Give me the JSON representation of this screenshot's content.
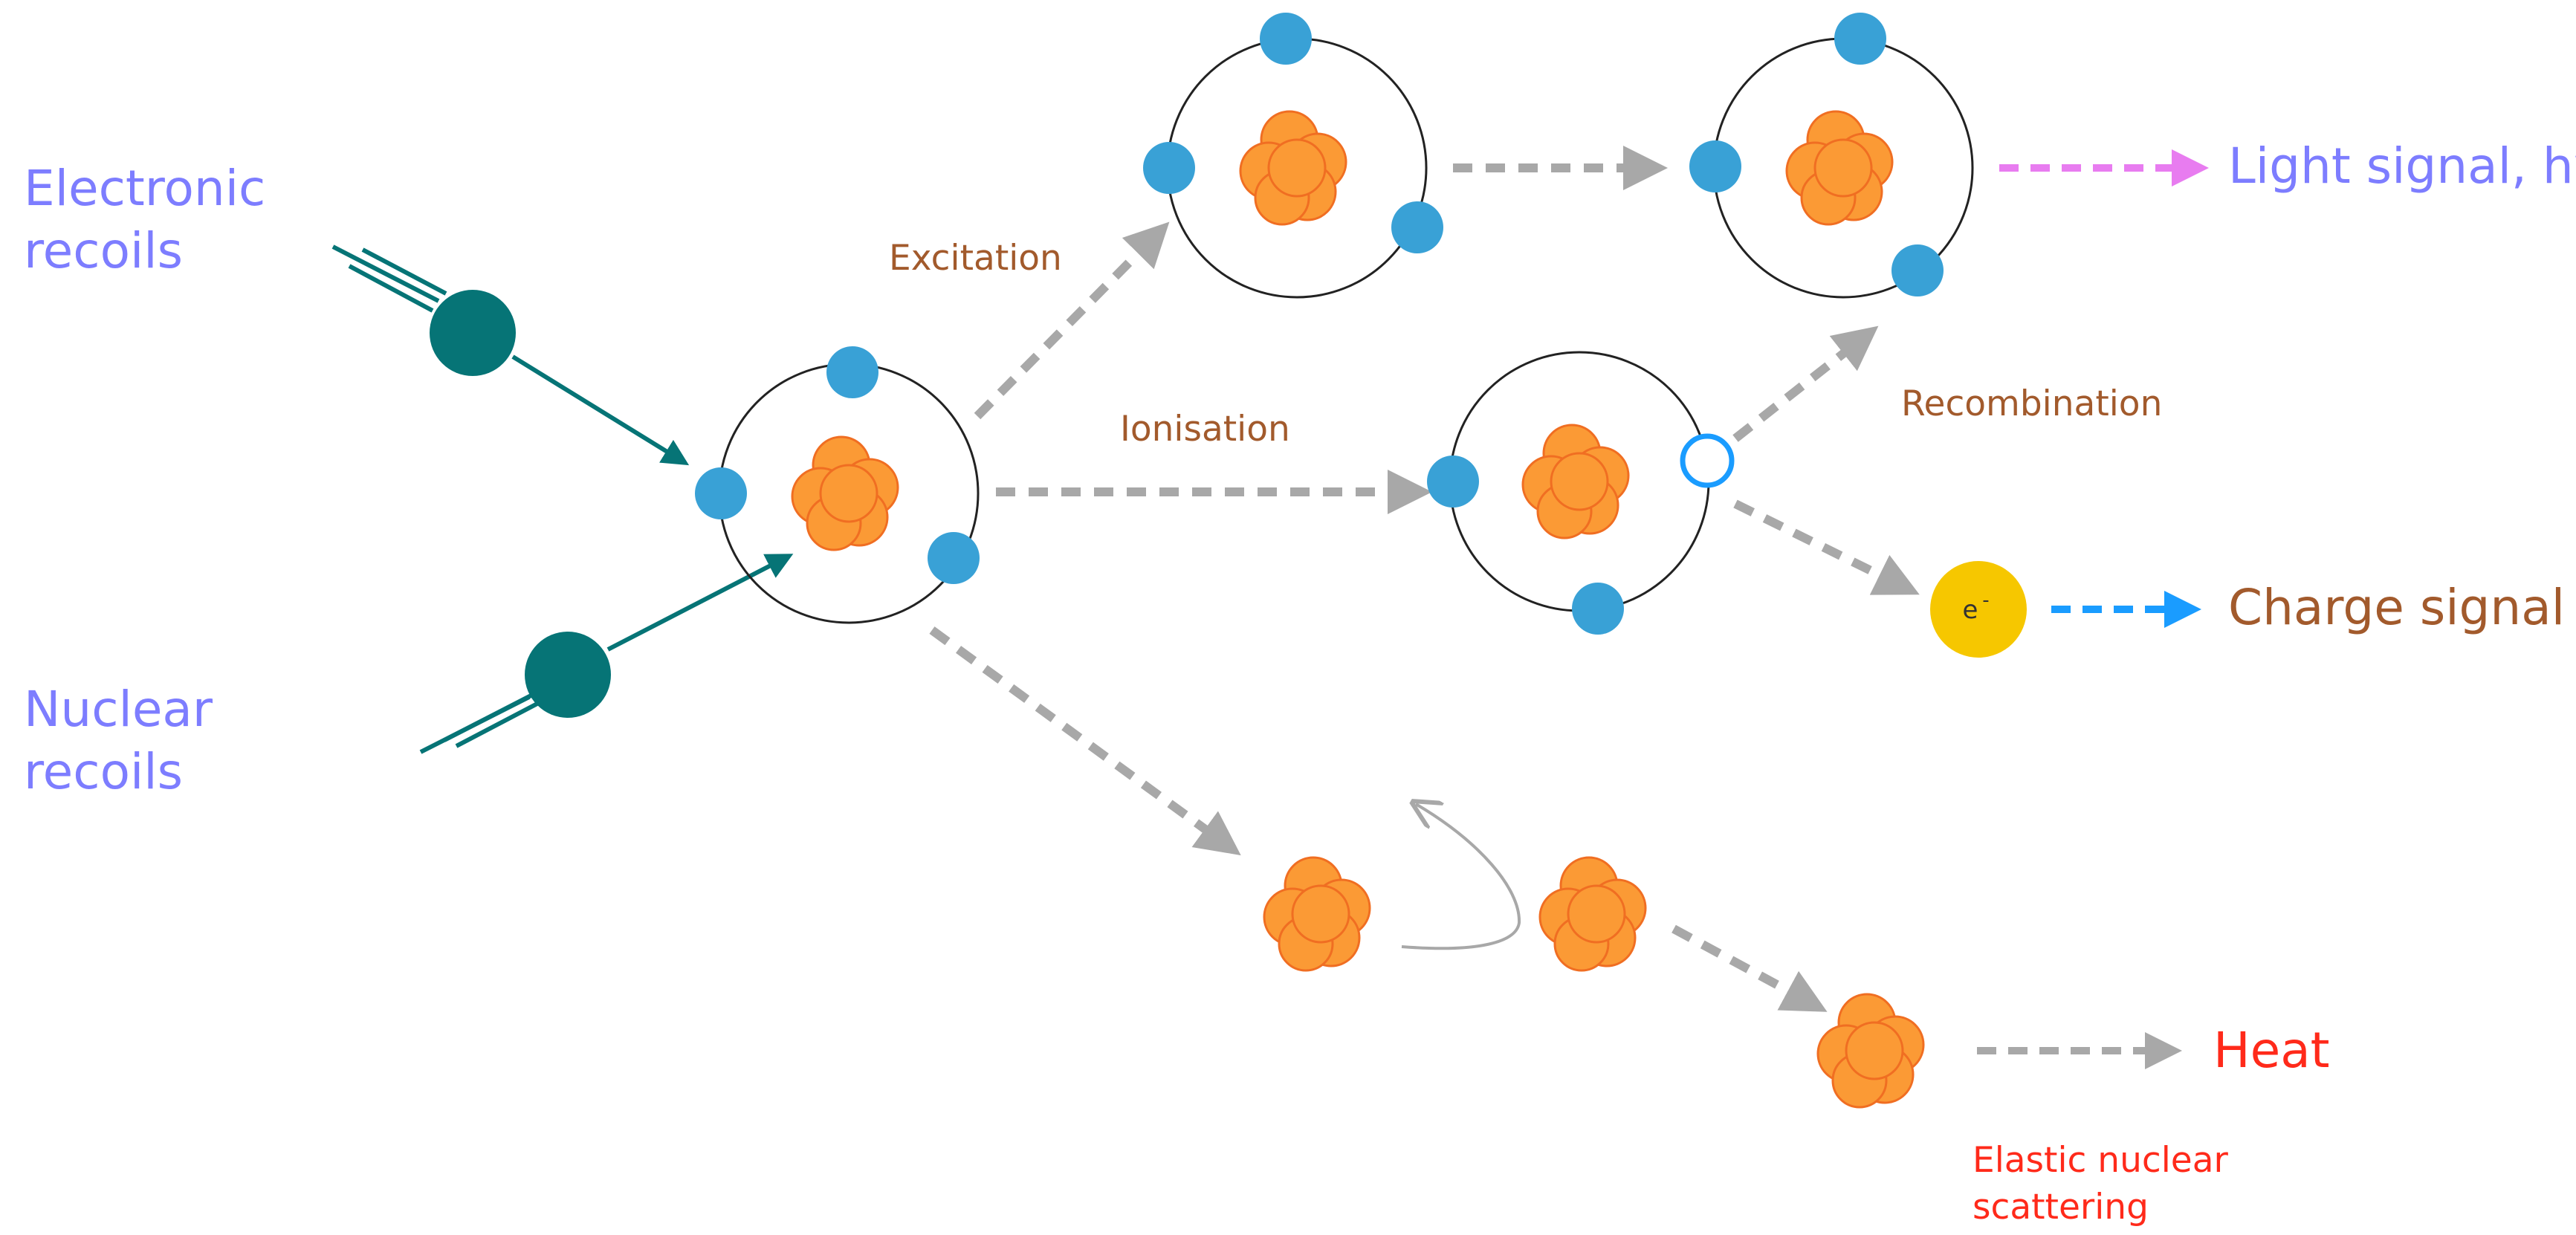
{
  "labels": {
    "electronic_recoils_line1": "Electronic",
    "electronic_recoils_line2": "recoils",
    "nuclear_recoils_line1": "Nuclear",
    "nuclear_recoils_line2": "recoils",
    "excitation": "Excitation",
    "ionisation": "Ionisation",
    "recombination": "Recombination",
    "light_signal": "Light signal, hν",
    "charge_signal": "Charge signal",
    "heat": "Heat",
    "elastic_line1": "Elastic nuclear",
    "elastic_line2": "scattering",
    "electron_symbol": "e",
    "electron_superscript": "-"
  },
  "colors": {
    "recoil_label": "#7d7dff",
    "process_label": "#a25a2c",
    "heat_label": "#ff2a1a",
    "light_arrow": "#e87cf0",
    "charge_arrow": "#1a9cff",
    "grey_arrow": "#a8a8a8",
    "teal_particle": "#067476",
    "electron_blue": "#39a1d6",
    "nucleus_orange": "#fb9a35",
    "nucleus_stroke": "#f06e22",
    "free_electron": "#f6c700"
  }
}
